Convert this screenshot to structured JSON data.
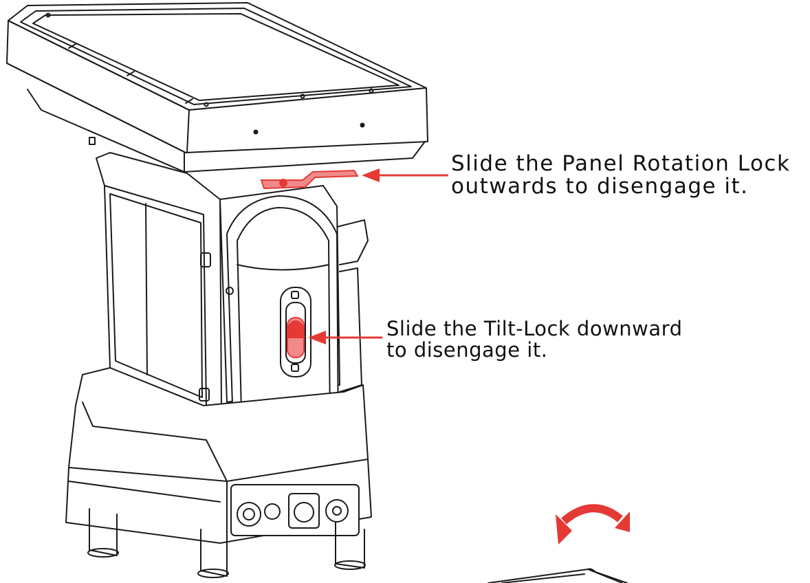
{
  "callouts": {
    "panel_rotation_lock": {
      "line1": "Slide the Panel Rotation Lock",
      "line2": "outwards to disengage it."
    },
    "tilt_lock": {
      "line1": "Slide the Tilt-Lock downward",
      "line2": "to disengage it."
    }
  },
  "colors": {
    "highlight": "#e53935",
    "highlight_fill": "#f08a8a",
    "outline": "#1a1a1a",
    "background": "#ffffff"
  },
  "icons": [
    "rotation-arrow-icon",
    "callout-arrow-icon"
  ]
}
